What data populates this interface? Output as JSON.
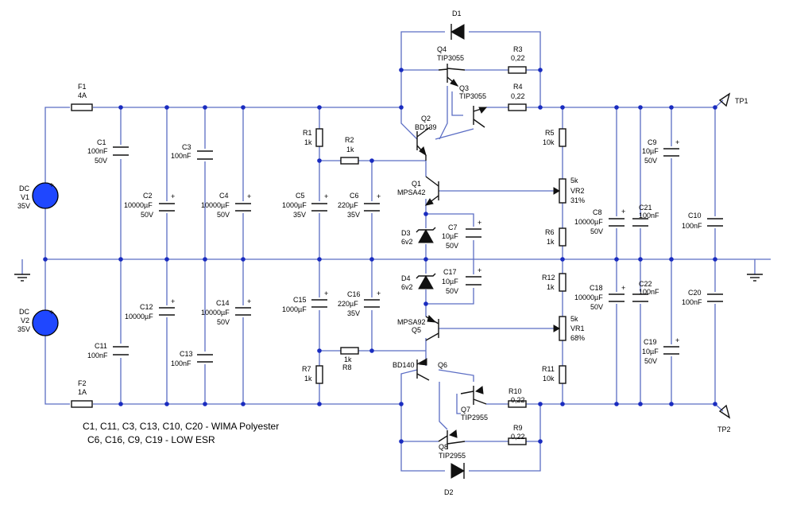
{
  "components": {
    "F1": {
      "ref": "F1",
      "value": "4A"
    },
    "F2": {
      "ref": "F2",
      "value": "1A"
    },
    "V1": {
      "type": "DC",
      "ref": "V1",
      "value": "35V"
    },
    "V2": {
      "type": "DC",
      "ref": "V2",
      "value": "35V"
    },
    "C1": {
      "ref": "C1",
      "value": "100nF",
      "volt": "50V"
    },
    "C2": {
      "ref": "C2",
      "value": "10000µF",
      "volt": "50V"
    },
    "C3": {
      "ref": "C3",
      "value": "100nF"
    },
    "C4": {
      "ref": "C4",
      "value": "10000µF",
      "volt": "50V"
    },
    "C11": {
      "ref": "C11",
      "value": "100nF"
    },
    "C12": {
      "ref": "C12",
      "value": "10000µF"
    },
    "C13": {
      "ref": "C13",
      "value": "100nF"
    },
    "C14": {
      "ref": "C14",
      "value": "10000µF",
      "volt": "50V"
    },
    "R1": {
      "ref": "R1",
      "value": "1k"
    },
    "R2": {
      "ref": "R2",
      "value": "1k"
    },
    "C5": {
      "ref": "C5",
      "value": "1000µF",
      "volt": "35V"
    },
    "C6": {
      "ref": "C6",
      "value": "220µF",
      "volt": "35V"
    },
    "C15": {
      "ref": "C15",
      "value": "1000µF"
    },
    "C16": {
      "ref": "C16",
      "value": "220µF",
      "volt": "35V"
    },
    "R7": {
      "ref": "R7",
      "value": "1k"
    },
    "R8": {
      "ref": "R8",
      "value": "1k"
    },
    "D1": {
      "ref": "D1"
    },
    "D2": {
      "ref": "D2"
    },
    "D3": {
      "ref": "D3",
      "value": "6v2"
    },
    "D4": {
      "ref": "D4",
      "value": "6v2"
    },
    "Q1": {
      "ref": "Q1",
      "value": "MPSA42"
    },
    "Q2": {
      "ref": "Q2",
      "value": "BD139"
    },
    "Q3": {
      "ref": "Q3",
      "value": "TIP3055"
    },
    "Q4": {
      "ref": "Q4",
      "value": "TIP3055"
    },
    "Q5": {
      "ref": "Q5",
      "value": "MPSA92"
    },
    "Q6": {
      "ref": "Q6",
      "value": "BD140"
    },
    "Q7": {
      "ref": "Q7",
      "value": "TIP2955"
    },
    "Q8": {
      "ref": "Q8",
      "value": "TIP2955"
    },
    "R3": {
      "ref": "R3",
      "value": "0,22"
    },
    "R4": {
      "ref": "R4",
      "value": "0,22"
    },
    "R9": {
      "ref": "R9",
      "value": "0,22"
    },
    "R10": {
      "ref": "R10",
      "value": "0,22"
    },
    "C7": {
      "ref": "C7",
      "value": "10µF",
      "volt": "50V"
    },
    "C17": {
      "ref": "C17",
      "value": "10µF",
      "volt": "50V"
    },
    "R5": {
      "ref": "R5",
      "value": "10k"
    },
    "R6": {
      "ref": "R6",
      "value": "1k"
    },
    "R11": {
      "ref": "R11",
      "value": "10k"
    },
    "R12": {
      "ref": "R12",
      "value": "1k"
    },
    "VR1": {
      "ref": "VR1",
      "value": "5k",
      "setting": "68%"
    },
    "VR2": {
      "ref": "VR2",
      "value": "5k",
      "setting": "31%"
    },
    "C8": {
      "ref": "C8",
      "value": "10000µF",
      "volt": "50V"
    },
    "C18": {
      "ref": "C18",
      "value": "10000µF",
      "volt": "50V"
    },
    "C21": {
      "ref": "C21",
      "value": "100nF"
    },
    "C22": {
      "ref": "C22",
      "value": "100nF"
    },
    "C9": {
      "ref": "C9",
      "value": "10µF",
      "volt": "50V"
    },
    "C19": {
      "ref": "C19",
      "value": "10µF",
      "volt": "50V"
    },
    "C10": {
      "ref": "C10",
      "value": "100nF"
    },
    "C20": {
      "ref": "C20",
      "value": "100nF"
    },
    "TP1": {
      "ref": "TP1"
    },
    "TP2": {
      "ref": "TP2"
    }
  },
  "notes": {
    "line1": "C1, C11, C3, C13, C10, C20 - WIMA Polyester",
    "line2": "C6, C16, C9, C19 - LOW ESR"
  },
  "colors": {
    "wire": "#5b6dc4",
    "component": "#111111",
    "junction": "#1a2cc0",
    "source": "#1f47ff"
  }
}
